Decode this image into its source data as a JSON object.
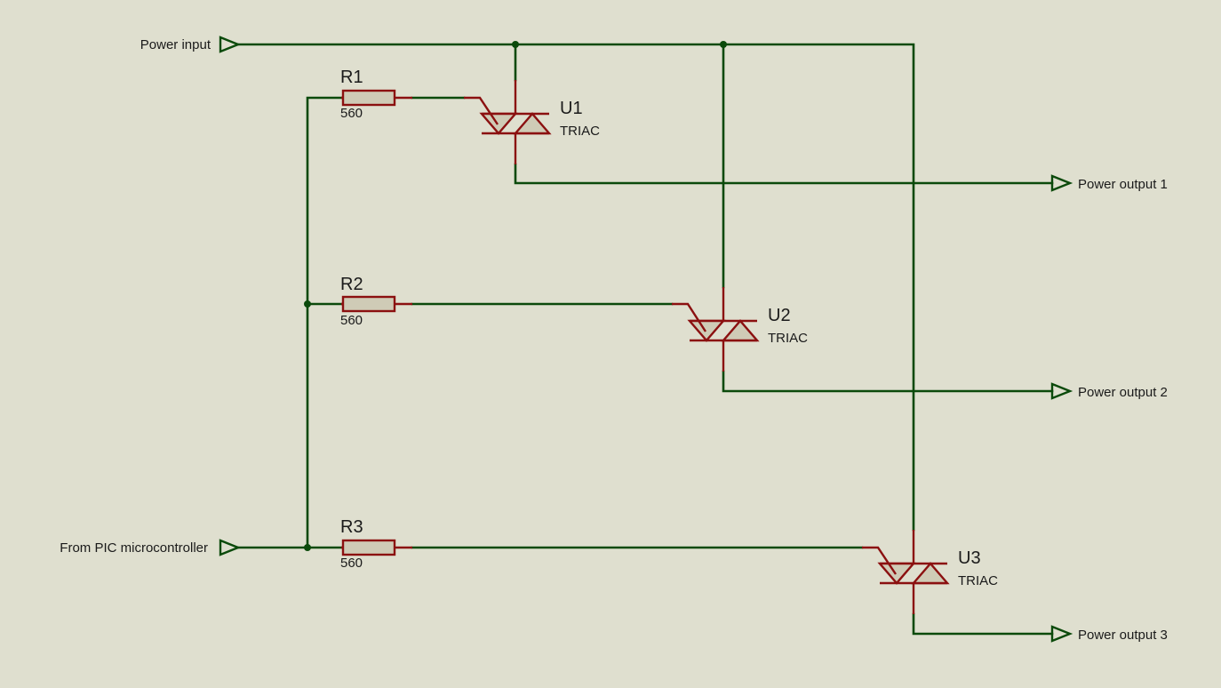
{
  "ports": {
    "power_input": "Power input",
    "from_pic": "From PIC microcontroller",
    "output_1": "Power output 1",
    "output_2": "Power output 2",
    "output_3": "Power output 3"
  },
  "resistors": [
    {
      "ref": "R1",
      "value": "560"
    },
    {
      "ref": "R2",
      "value": "560"
    },
    {
      "ref": "R3",
      "value": "560"
    }
  ],
  "triacs": [
    {
      "ref": "U1",
      "type": "TRIAC"
    },
    {
      "ref": "U2",
      "type": "TRIAC"
    },
    {
      "ref": "U3",
      "type": "TRIAC"
    }
  ],
  "colors": {
    "background": "#dfdfcf",
    "wire": "#0b4a0b",
    "component": "#8b1010",
    "component_fill": "#cfcbb6"
  }
}
